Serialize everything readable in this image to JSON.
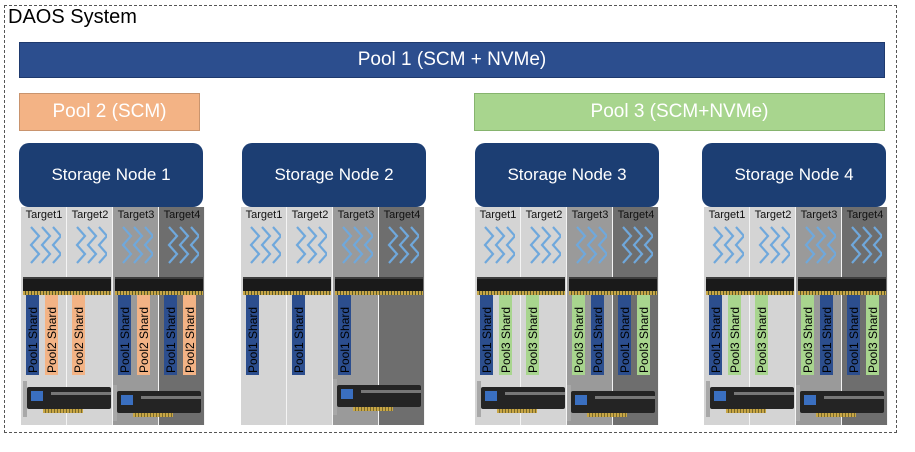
{
  "system": {
    "title": "DAOS System"
  },
  "pools": {
    "pool1": "Pool 1 (SCM + NVMe)",
    "pool2": "Pool 2 (SCM)",
    "pool3": "Pool 3 (SCM+NVMe)"
  },
  "nodes": [
    {
      "name": "Storage Node 1",
      "targets": [
        "Target1",
        "Target2",
        "Target3",
        "Target4"
      ]
    },
    {
      "name": "Storage Node 2",
      "targets": [
        "Target1",
        "Target2",
        "Target3",
        "Target4"
      ]
    },
    {
      "name": "Storage Node 3",
      "targets": [
        "Target1",
        "Target2",
        "Target3",
        "Target4"
      ]
    },
    {
      "name": "Storage Node 4",
      "targets": [
        "Target1",
        "Target2",
        "Target3",
        "Target4"
      ]
    }
  ],
  "shards": {
    "pool1": "Pool1 Shard",
    "pool2": "Pool2 Shard",
    "pool3": "Pool3 Shard"
  },
  "colors": {
    "pool1": "#2c4e8e",
    "pool2": "#f3b385",
    "pool3": "#a8d58e",
    "node": "#1c3e73",
    "target_light": "#d4d4d4",
    "target_mid": "#9a9a9a",
    "target_dark": "#6e6e6e"
  }
}
